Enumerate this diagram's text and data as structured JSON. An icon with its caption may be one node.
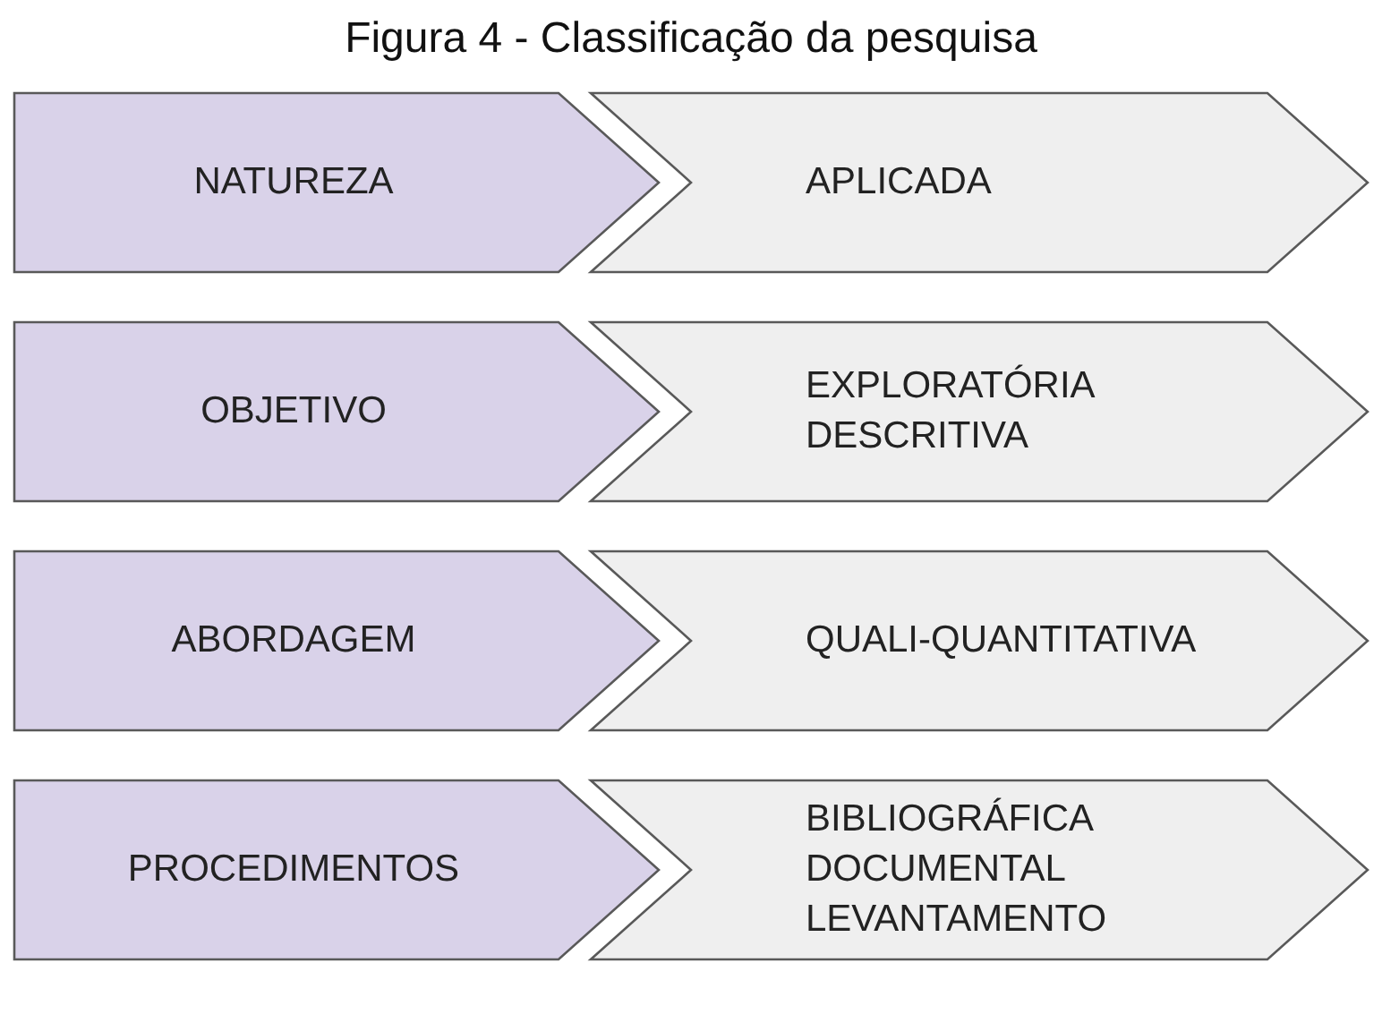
{
  "diagram": {
    "title": "Figura 4 - Classificação da pesquisa",
    "nodes": [
      {
        "text": [
          "NATUREZA"
        ]
      },
      {
        "text": [
          "APLICADA"
        ]
      },
      {
        "text": [
          "OBJETIVO"
        ]
      },
      {
        "text": [
          "EXPLORATÓRIA",
          "DESCRITIVA"
        ]
      },
      {
        "text": [
          "ABORDAGEM"
        ]
      },
      {
        "text": [
          "QUALI-QUANTITATIVA"
        ]
      },
      {
        "text": [
          "PROCEDIMENTOS"
        ]
      },
      {
        "text": [
          "BIBLIOGRÁFICA",
          "DOCUMENTAL",
          "LEVANTAMENTO"
        ]
      }
    ],
    "edges": []
  }
}
